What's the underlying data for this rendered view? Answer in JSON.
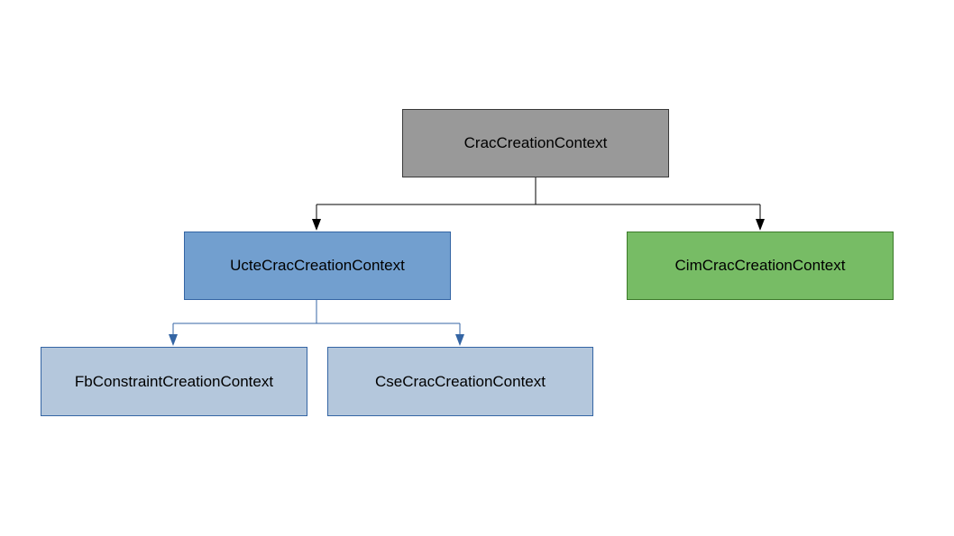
{
  "diagram": {
    "nodes": {
      "root": {
        "label": "CracCreationContext",
        "fill": "#999999"
      },
      "ucte": {
        "label": "UcteCracCreationContext",
        "fill": "#729fcf"
      },
      "cim": {
        "label": "CimCracCreationContext",
        "fill": "#77bc65"
      },
      "fb": {
        "label": "FbConstraintCreationContext",
        "fill": "#b4c7dc"
      },
      "cse": {
        "label": "CseCracCreationContext",
        "fill": "#b4c7dc"
      }
    },
    "edges": [
      {
        "from": "root",
        "to": "ucte",
        "color": "#000000"
      },
      {
        "from": "root",
        "to": "cim",
        "color": "#000000"
      },
      {
        "from": "ucte",
        "to": "fb",
        "color": "#3465a4"
      },
      {
        "from": "ucte",
        "to": "cse",
        "color": "#3465a4"
      }
    ]
  }
}
